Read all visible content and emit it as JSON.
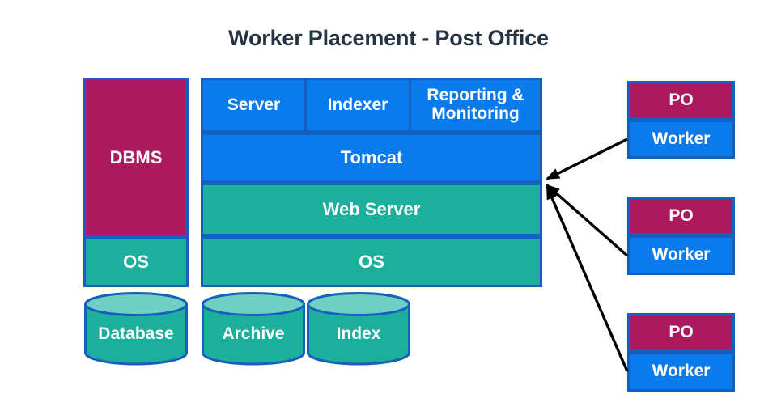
{
  "title": "Worker Placement - Post Office",
  "colors": {
    "magenta": "#AC1A5E",
    "blue": "#0A7BED",
    "teal": "#1CAF9C",
    "teal_light": "#6FCFC3",
    "border_blue": "#1560BD",
    "title_text": "#263343",
    "background": "#FFFFFF",
    "arrow": "#000000"
  },
  "database_server": {
    "dbms_label": "DBMS",
    "os_label": "OS",
    "storage_label": "Database"
  },
  "app_server": {
    "top_row": [
      {
        "label": "Server"
      },
      {
        "label": "Indexer"
      },
      {
        "label": "Reporting & Monitoring"
      }
    ],
    "tomcat_label": "Tomcat",
    "web_server_label": "Web Server",
    "os_label": "OS",
    "storage": [
      {
        "label": "Archive"
      },
      {
        "label": "Index"
      }
    ]
  },
  "clients": [
    {
      "po_label": "PO",
      "worker_label": "Worker"
    },
    {
      "po_label": "PO",
      "worker_label": "Worker"
    },
    {
      "po_label": "PO",
      "worker_label": "Worker"
    }
  ]
}
